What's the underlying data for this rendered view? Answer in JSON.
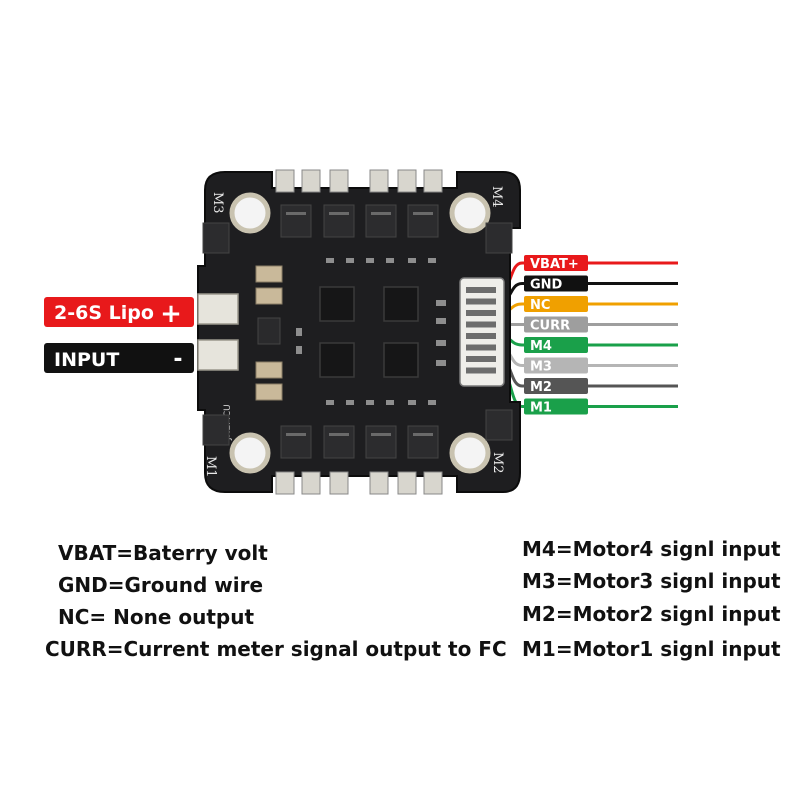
{
  "board": {
    "silkscreen": {
      "m1": "M1",
      "m2": "M2",
      "m3": "M3",
      "m4": "M4",
      "brand": "JHEMCU"
    }
  },
  "power": {
    "positive_label": "2-6S Lipo",
    "positive_sign": "+",
    "negative_label": "INPUT",
    "negative_sign": "-",
    "colors": {
      "positive": "#e8191b",
      "negative": "#111111"
    }
  },
  "wires": [
    {
      "label": "VBAT+",
      "color": "#e8191b"
    },
    {
      "label": "GND",
      "color": "#111111"
    },
    {
      "label": "NC",
      "color": "#f0a000"
    },
    {
      "label": "CURR",
      "color": "#9e9e9e"
    },
    {
      "label": "M4",
      "color": "#1aa04a"
    },
    {
      "label": "M3",
      "color": "#b5b5b5"
    },
    {
      "label": "M2",
      "color": "#555555"
    },
    {
      "label": "M1",
      "color": "#1aa04a"
    }
  ],
  "legend": {
    "left": [
      "VBAT=Baterry volt",
      "GND=Ground wire",
      "NC= None output",
      "CURR=Current meter signal output to FC"
    ],
    "right": [
      "M4=Motor4 signl input",
      "M3=Motor3 signl input",
      "M2=Motor2 signl input",
      "M1=Motor1 signl input"
    ]
  }
}
